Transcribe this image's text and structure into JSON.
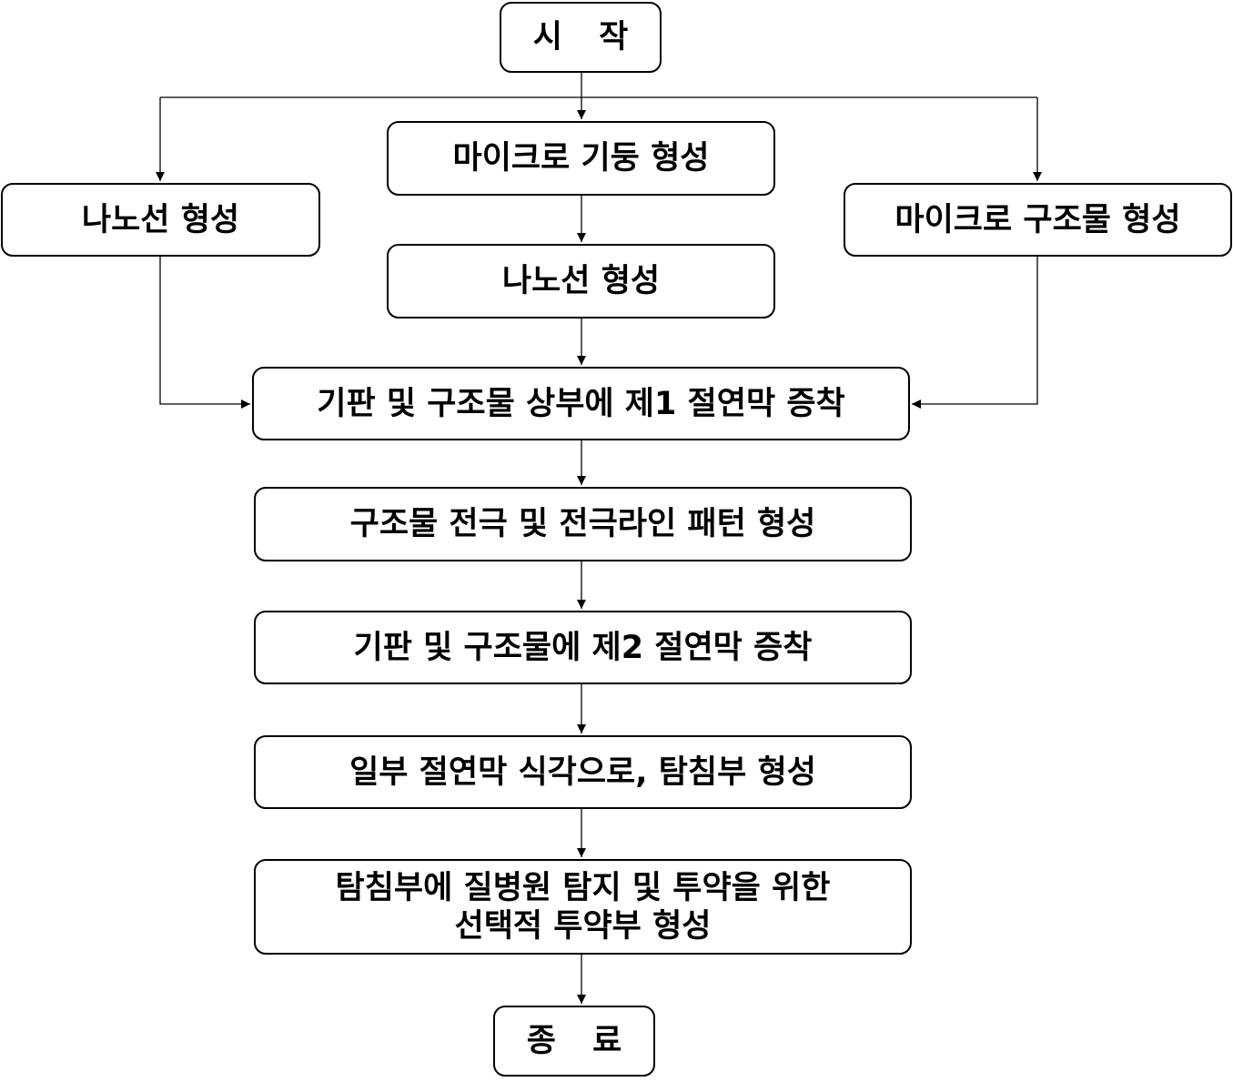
{
  "colors": {
    "background": "#ffffff",
    "stroke": "#000000",
    "text": "#000000"
  },
  "flowchart": {
    "start": "시 작",
    "micro_pillar": "마이크로 기둥 형성",
    "nanowire_left": "나노선 형성",
    "micro_structure": "마이크로 구조물 형성",
    "nanowire_middle": "나노선 형성",
    "insulator_1": "기판 및 구조물 상부에 제1 절연막 증착",
    "electrode": "구조물 전극 및 전극라인 패턴 형성",
    "insulator_2": "기판 및 구조물에 제2 절연막 증착",
    "etch_probe": "일부 절연막 식각으로, 탐침부 형성",
    "drug_line_1": "탐침부에 질병원 탐지 및 투약을 위한",
    "drug_line_2": "선택적 투약부 형성",
    "end": "종 료"
  }
}
